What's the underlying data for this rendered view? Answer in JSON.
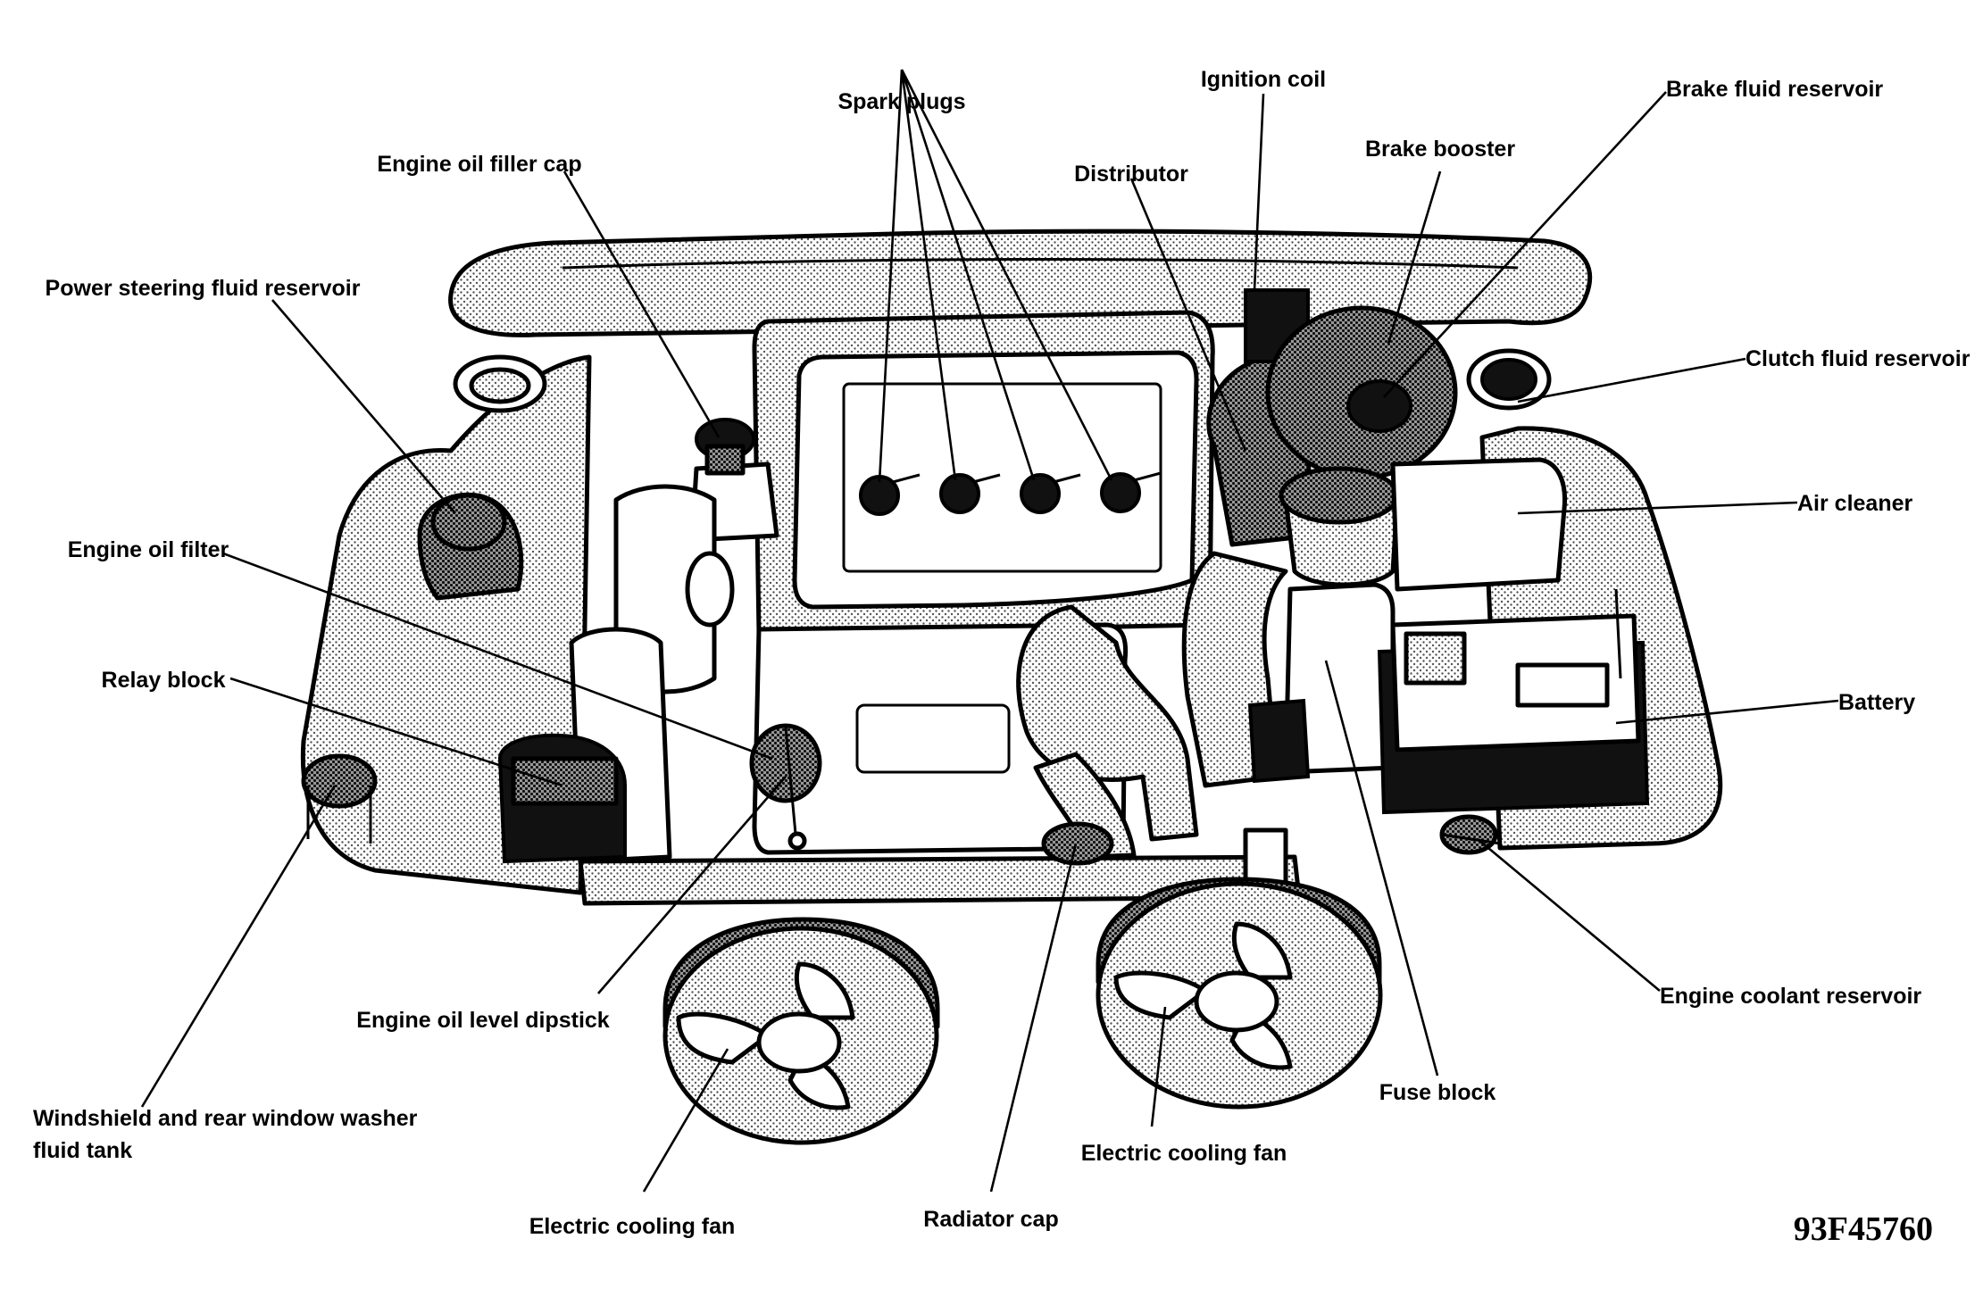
{
  "diagram": {
    "labels": {
      "spark_plugs": "Spark plugs",
      "ignition_coil": "Ignition coil",
      "brake_fluid_reservoir": "Brake fluid reservoir",
      "brake_booster": "Brake booster",
      "engine_oil_filler_cap": "Engine oil filler cap",
      "distributor": "Distributor",
      "power_steering_fluid_reservoir": "Power steering fluid reservoir",
      "clutch_fluid_reservoir": "Clutch fluid reservoir",
      "air_cleaner": "Air cleaner",
      "engine_oil_filter": "Engine oil filter",
      "relay_block": "Relay block",
      "battery": "Battery",
      "engine_oil_level_dipstick": "Engine oil level dipstick",
      "engine_coolant_reservoir": "Engine coolant reservoir",
      "washer_fluid_tank_line1": "Windshield and rear window washer",
      "washer_fluid_tank_line2": "fluid tank",
      "fuse_block": "Fuse block",
      "electric_cooling_fan_right": "Electric cooling fan",
      "electric_cooling_fan_left": "Electric cooling fan",
      "radiator_cap": "Radiator cap"
    },
    "figure_id": "93F45760"
  }
}
